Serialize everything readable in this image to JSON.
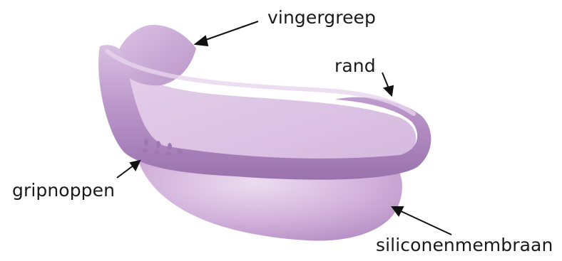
{
  "diagram": {
    "labels": {
      "finger_grip": "vingergreep",
      "rim": "rand",
      "grip_nubs": "gripnoppen",
      "membrane": "siliconenmembraan"
    },
    "colors": {
      "product_body": "#c9a6d4",
      "product_rim": "#b58ec4",
      "product_shadow": "#9e76b0",
      "text": "#1a1a1a",
      "arrow": "#111111",
      "background": "#ffffff"
    }
  }
}
